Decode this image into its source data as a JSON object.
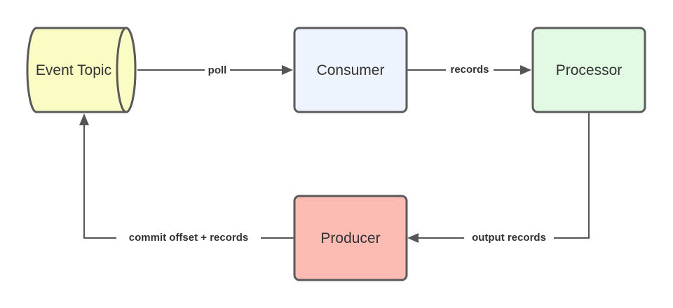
{
  "nodes": {
    "event_topic": {
      "label": "Event Topic",
      "fill": "#fafcc3"
    },
    "consumer": {
      "label": "Consumer",
      "fill": "#edf4fd"
    },
    "processor": {
      "label": "Processor",
      "fill": "#e2fae4"
    },
    "producer": {
      "label": "Producer",
      "fill": "#fcbbb3"
    }
  },
  "edges": {
    "poll": {
      "label": "poll"
    },
    "records": {
      "label": "records"
    },
    "output_records": {
      "label": "output records"
    },
    "commit": {
      "label": "commit offset + records"
    }
  },
  "colors": {
    "stroke": "#5a5a5a",
    "line": "#555555",
    "text": "#333333"
  }
}
